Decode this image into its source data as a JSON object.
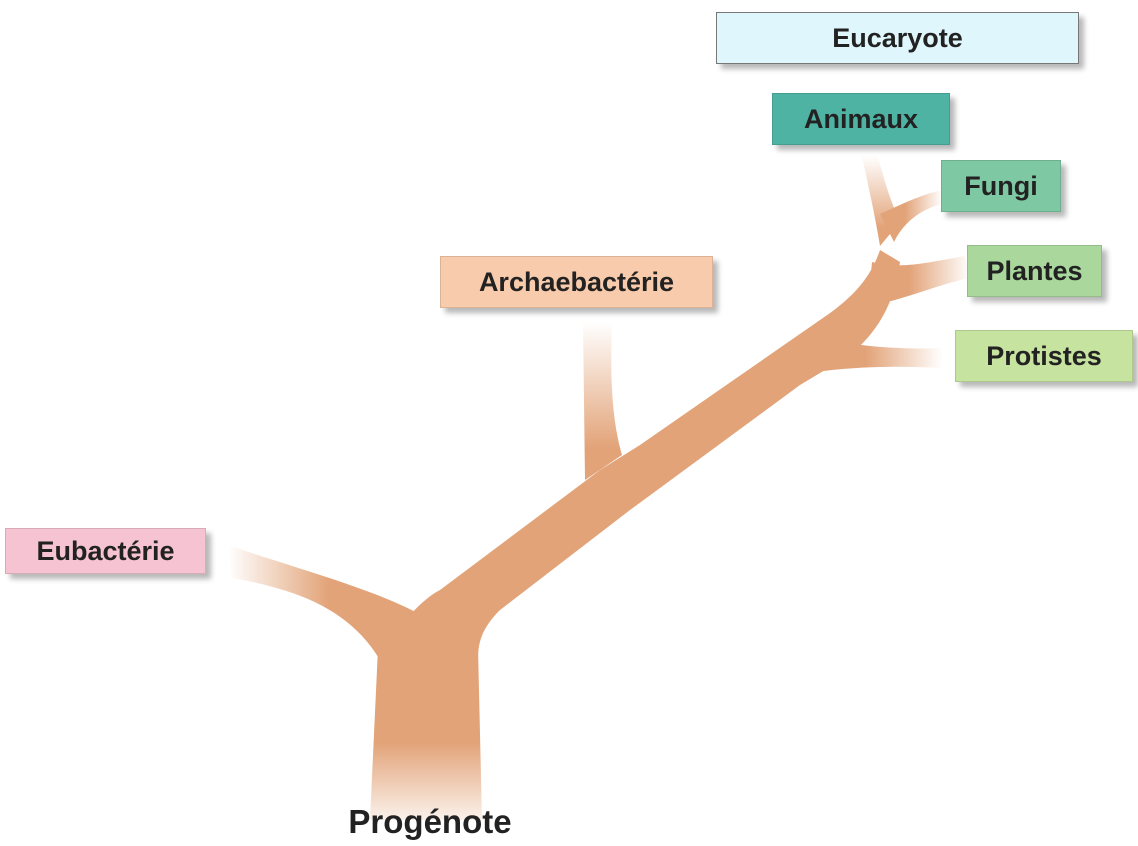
{
  "labels": {
    "eucaryote": "Eucaryote",
    "animaux": "Animaux",
    "fungi": "Fungi",
    "plantes": "Plantes",
    "protistes": "Protistes",
    "archaebacterie": "Archaebactérie",
    "eubacterie": "Eubactérie",
    "progenote": "Progénote"
  },
  "colors": {
    "branch": "#e2a378",
    "eucaryote_box": "#dff6fc",
    "animaux_box": "#4fb3a3",
    "fungi_box": "#7ec8a4",
    "plantes_box": "#a9d79c",
    "protistes_box": "#c6e3a0",
    "archae_box": "#f8cbac",
    "eubact_box": "#f6c3d3"
  }
}
